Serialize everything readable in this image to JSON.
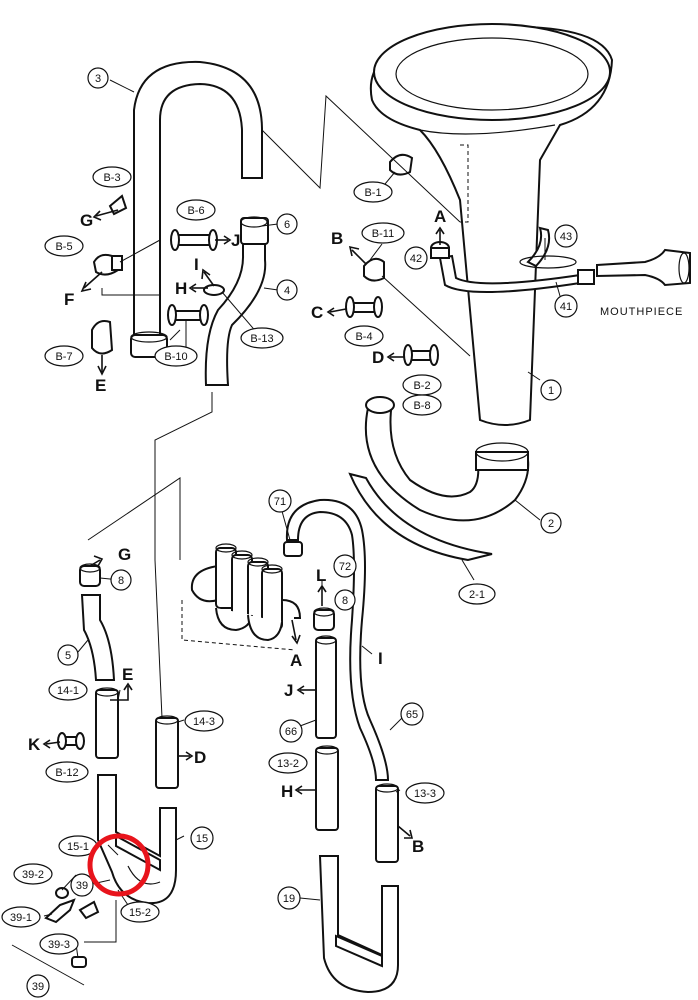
{
  "mouthpiece_label": "MOUTHPIECE",
  "colors": {
    "highlight": "#e8141c",
    "ink": "#111111"
  },
  "callouts": {
    "c3": "3",
    "c6": "6",
    "c4": "4",
    "c1": "1",
    "c2": "2",
    "c2_1": "2-1",
    "c41": "41",
    "c42": "42",
    "c43": "43",
    "c8a": "8",
    "c5": "5",
    "c71": "71",
    "c72": "72",
    "c8b": "8",
    "c14_1": "14-1",
    "c14_3": "14-3",
    "c66": "66",
    "c65": "65",
    "c13_2": "13-2",
    "c13_3": "13-3",
    "c15": "15",
    "c15_1": "15-1",
    "c15_2": "15-2",
    "c19": "19",
    "c39_2": "39-2",
    "c39a": "39",
    "c39_1": "39-1",
    "c39_3": "39-3",
    "c39b": "39",
    "B_3": "B-3",
    "B_5": "B-5",
    "B_6": "B-6",
    "B_7": "B-7",
    "B_13": "B-13",
    "B_10": "B-10",
    "B_1": "B-1",
    "B_11": "B-11",
    "B_4": "B-4",
    "B_2": "B-2",
    "B_8": "B-8",
    "B_12": "B-12"
  },
  "letters": {
    "G1": "G",
    "F": "F",
    "E1": "E",
    "J1": "J",
    "I1": "I",
    "H1": "H",
    "A1": "A",
    "B1": "B",
    "C": "C",
    "D1": "D",
    "G2": "G",
    "E2": "E",
    "K": "K",
    "D2": "D",
    "L": "L",
    "A2": "A",
    "I2": "I",
    "J2": "J",
    "H2": "H",
    "B2": "B"
  }
}
